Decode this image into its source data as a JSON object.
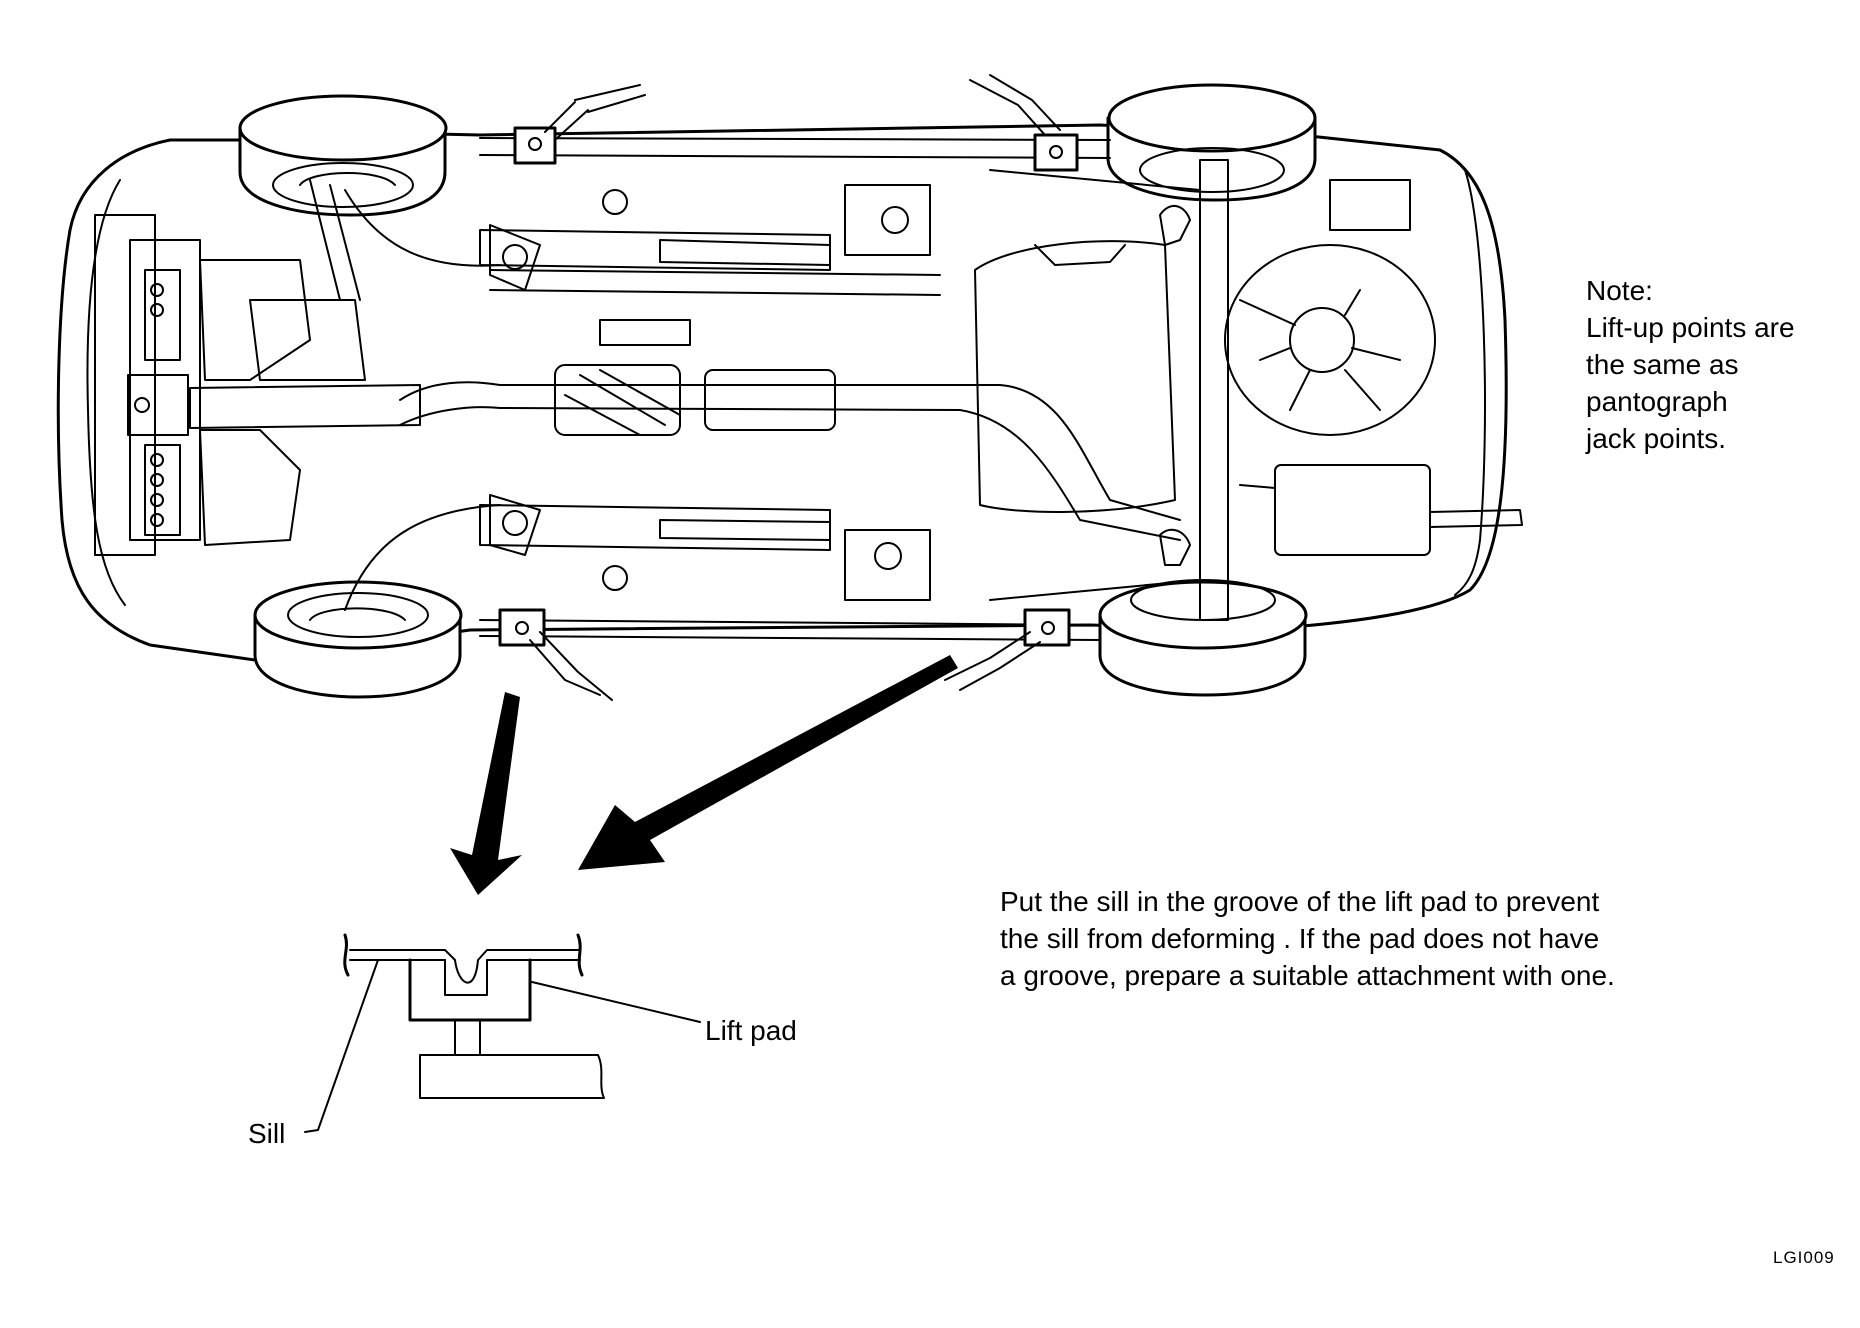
{
  "note": {
    "lines": [
      "Note:",
      "Lift-up points are",
      "the same as",
      "pantograph",
      "jack points."
    ]
  },
  "instruction": {
    "lines": [
      "Put the sill in the groove of the lift pad to prevent",
      "the sill from deforming . If the pad does not have",
      "a groove, prepare a suitable attachment with one."
    ]
  },
  "labels": {
    "lift_pad": "Lift pad",
    "sill": "Sill"
  },
  "figure_code": "LGI009"
}
